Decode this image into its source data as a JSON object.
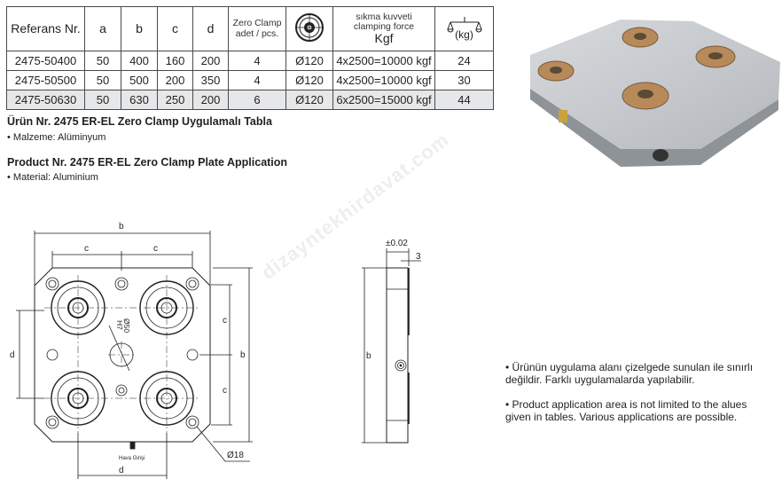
{
  "table": {
    "headers": {
      "ref": "Referans Nr.",
      "a": "a",
      "b": "b",
      "c": "c",
      "d": "d",
      "zero_clamp": "Zero Clamp adet / pcs.",
      "force_tr": "sıkma kuvveti",
      "force_en": "clamping force",
      "force_unit": "Kgf",
      "weight": "(kg)"
    },
    "rows": [
      {
        "ref": "2475-50400",
        "a": "50",
        "b": "400",
        "c": "160",
        "d": "200",
        "pcs": "4",
        "dia": "Ø120",
        "force": "4x2500=10000 kgf",
        "kg": "24"
      },
      {
        "ref": "2475-50500",
        "a": "50",
        "b": "500",
        "c": "200",
        "d": "350",
        "pcs": "4",
        "dia": "Ø120",
        "force": "4x2500=10000 kgf",
        "kg": "30"
      },
      {
        "ref": "2475-50630",
        "a": "50",
        "b": "630",
        "c": "250",
        "d": "200",
        "pcs": "6",
        "dia": "Ø120",
        "force": "6x2500=15000 kgf",
        "kg": "44"
      }
    ]
  },
  "title_tr": "Ürün Nr. 2475 ER-EL Zero Clamp Uygulamalı Tabla",
  "material_tr": "• Malzeme: Alüminyum",
  "title_en": "Product Nr. 2475 ER-EL Zero Clamp Plate Application",
  "material_en": "• Material: Aluminium",
  "drawing": {
    "b": "b",
    "c": "c",
    "d": "d",
    "hole": "Ø18",
    "bore": "Ø50",
    "fit": "H7",
    "air_inlet": "Hava Girişi",
    "tolerance": "±0.02",
    "step": "3"
  },
  "notes": [
    "Ürünün uygulama alanı çizelgede sunulan ile sınırlı değildir. Farklı uygulamalarda yapılabilir.",
    "Product application area is not limited to the alues given in tables. Various applications are possible."
  ],
  "watermark": "dizayntekhirdavat.com"
}
